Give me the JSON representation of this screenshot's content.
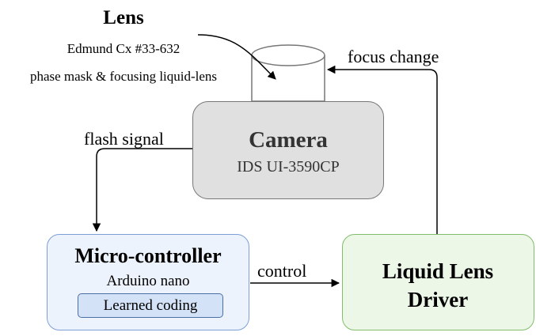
{
  "lens": {
    "title": "Lens",
    "model": "Edmund Cx #33-632",
    "description": "phase mask & focusing liquid-lens"
  },
  "camera": {
    "title": "Camera",
    "model": "IDS UI-3590CP",
    "fill_color": "#e0e0e0",
    "border_color": "#777777"
  },
  "microcontroller": {
    "title": "Micro-controller",
    "model": "Arduino nano",
    "inner_label": "Learned coding",
    "fill_color": "#edf3fc",
    "border_color": "#7d9fd6",
    "inner_fill_color": "#d4e2f7",
    "inner_border_color": "#4a6fa5"
  },
  "driver": {
    "title_line1": "Liquid Lens",
    "title_line2": "Driver",
    "fill_color": "#edf7e8",
    "border_color": "#82bd6b"
  },
  "arrows": {
    "flash_signal": "flash signal",
    "control": "control",
    "focus_change": "focus change"
  }
}
